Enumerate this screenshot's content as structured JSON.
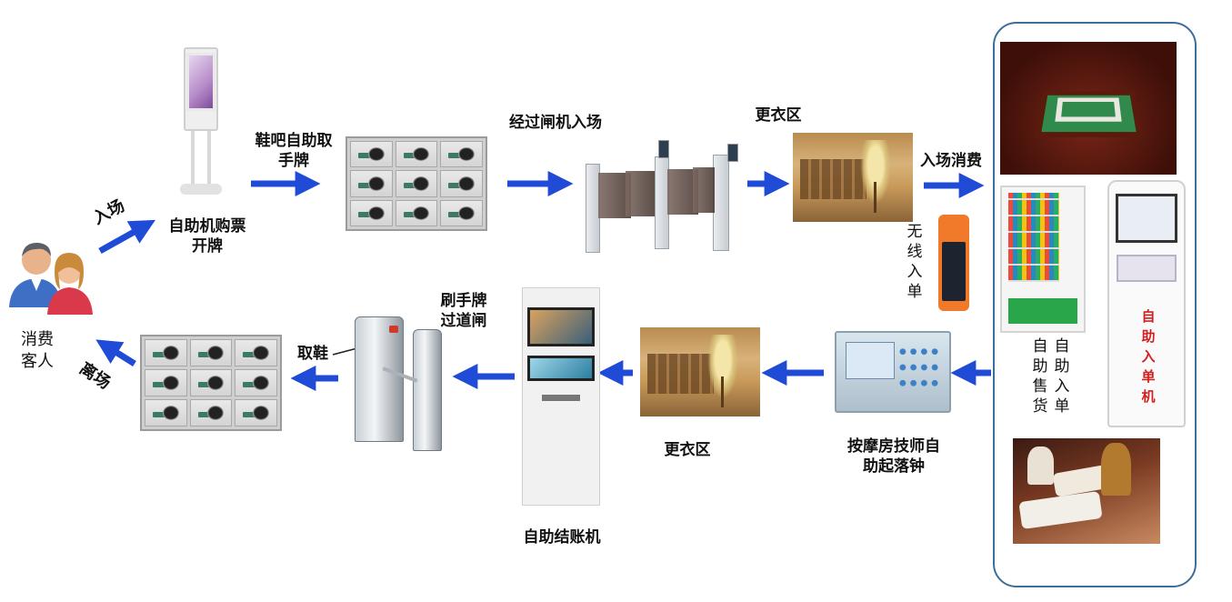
{
  "diagram": {
    "labels": {
      "customer": "消费\n客人",
      "enter": "入场",
      "leave": "离场",
      "ticket_kiosk": "自助机购票\n开牌",
      "shoe_bar": "鞋吧自助取\n手牌",
      "gate_enter": "经过闸机入场",
      "changing_top": "更衣区",
      "enter_consume": "入场消费",
      "wireless_order": "无线入单",
      "vending": "自助售货",
      "self_order": "自助入单",
      "self_order_machine": "自助入单机",
      "massage_clock": "按摩房技师自\n助起落钟",
      "changing_bottom": "更衣区",
      "checkout": "自助结账机",
      "swipe_gate": "刷手牌\n过道闸",
      "take_shoes": "取鞋"
    },
    "colors": {
      "arrow": "#1f4bd6",
      "panel_border": "#3f6e9a"
    },
    "icons": {
      "customer": "people-icon",
      "flow_arrow": "arrow-icon"
    }
  }
}
